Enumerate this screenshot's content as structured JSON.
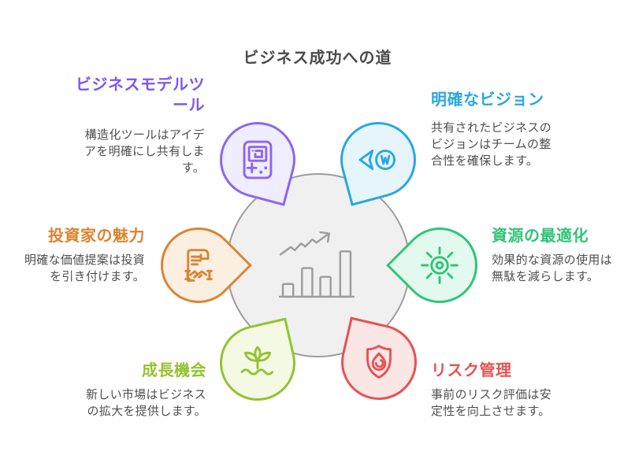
{
  "title": "ビジネス成功への道",
  "center": {
    "icon": "bar-chart-growth-icon",
    "circle_fill": "#f0f0f0",
    "stroke": "#9c9c9c"
  },
  "colors": {
    "purple": "#8b66ef",
    "blue": "#2aa7e1",
    "orange": "#dd8430",
    "green": "#2fc578",
    "lime": "#94c32f",
    "red": "#e65252",
    "gray": "#9c9c9c",
    "text": "#4f4f4f"
  },
  "nodes": [
    {
      "id": "business-model-tools",
      "position": "top-left",
      "color": "#8b66ef",
      "icon": "canvas-tool-icon",
      "heading": "ビジネスモデルツール",
      "description": "構造化ツールはアイデアを明確にし共有します。"
    },
    {
      "id": "clear-vision",
      "position": "top-right",
      "color": "#2aa7e1",
      "icon": "paper-plane-w-icon",
      "heading": "明確なビジョン",
      "description": "共有されたビジネスのビジョンはチームの整合性を確保します。"
    },
    {
      "id": "investor-appeal",
      "position": "middle-left",
      "color": "#dd8430",
      "icon": "contract-handshake-icon",
      "heading": "投資家の魅力",
      "description": "明確な価値提案は投資を引き付けます。"
    },
    {
      "id": "resource-optimization",
      "position": "middle-right",
      "color": "#2fc578",
      "icon": "sun-gear-icon",
      "heading": "資源の最適化",
      "description": "効果的な資源の使用は無駄を減らします。"
    },
    {
      "id": "growth-opportunities",
      "position": "bottom-left",
      "color": "#94c32f",
      "icon": "sprout-icon",
      "heading": "成長機会",
      "description": "新しい市場はビジネスの拡大を提供します。"
    },
    {
      "id": "risk-management",
      "position": "bottom-right",
      "color": "#e65252",
      "icon": "shield-flame-icon",
      "heading": "リスク管理",
      "description": "事前のリスク評価は安定性を向上させます。"
    }
  ]
}
